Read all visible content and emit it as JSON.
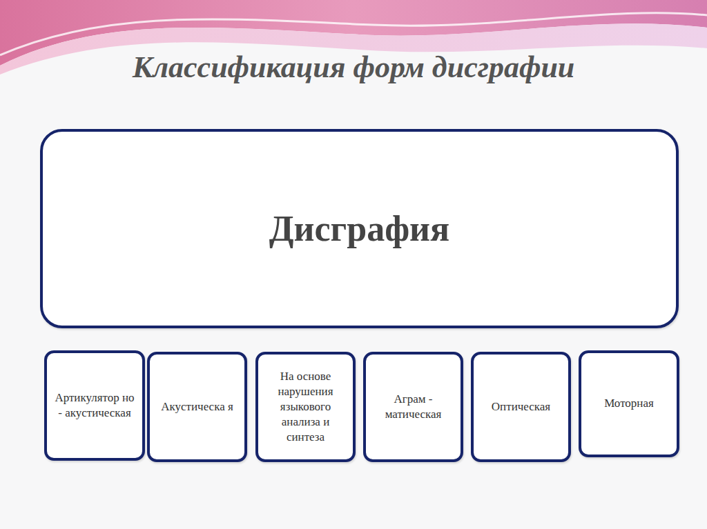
{
  "diagram": {
    "title": "Классификация форм дисграфии",
    "nodes": [
      {
        "text": [
          "Дисграфия"
        ]
      },
      {
        "text": [
          "Артикулятор но - акустическая"
        ]
      },
      {
        "text": [
          "Акустическа я"
        ]
      },
      {
        "text": [
          "На основе нарушения языкового анализа и синтеза"
        ]
      },
      {
        "text": [
          "Аграм - матическая"
        ]
      },
      {
        "text": [
          "Оптическая"
        ]
      },
      {
        "text": [
          "Моторная"
        ]
      }
    ]
  }
}
